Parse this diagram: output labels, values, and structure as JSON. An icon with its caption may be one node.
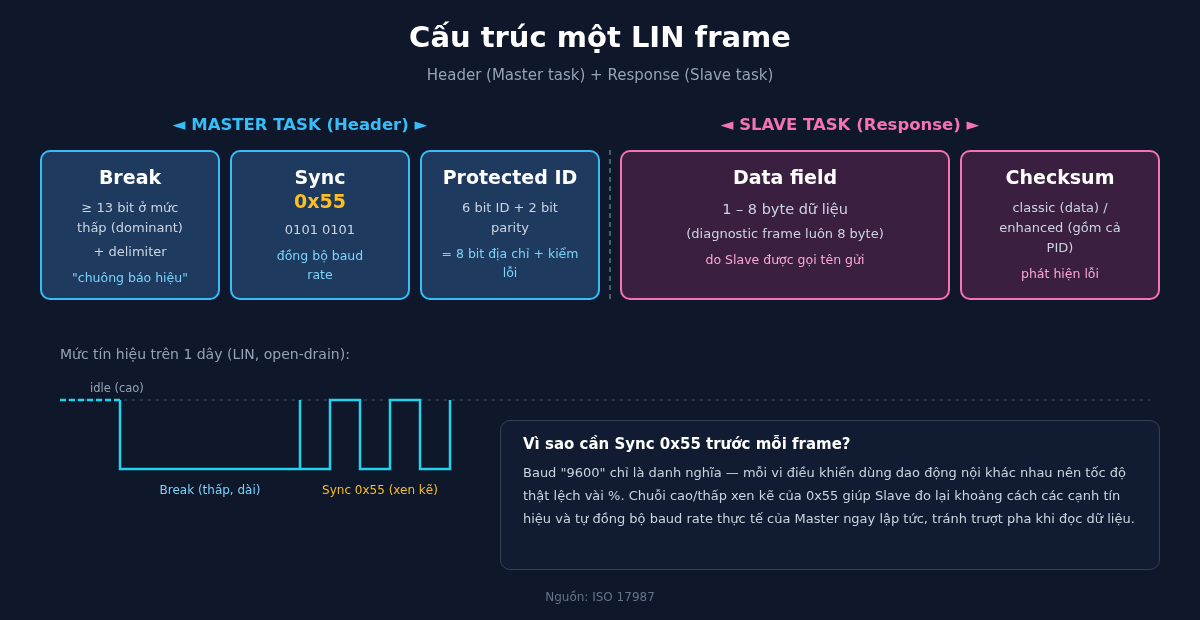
{
  "diagram": {
    "title": "Cấu trúc một LIN frame",
    "nodes": [
      {
        "text": [
          "Break",
          "≥ 13 bit ở mức thấp (dominant)",
          "+ delimiter",
          "\"chuông báo hiệu\""
        ]
      },
      {
        "text": [
          "Sync",
          "0x55",
          "0101 0101",
          "đồng bộ baud rate"
        ]
      },
      {
        "text": [
          "Protected ID",
          "6 bit ID + 2 bit parity",
          "= 8 bit địa chỉ + kiểm lỗi"
        ]
      },
      {
        "text": [
          "Data field",
          "1 – 8 byte dữ liệu",
          "(diagnostic frame luôn 8 byte)",
          "do Slave được gọi tên gửi"
        ]
      },
      {
        "text": [
          "Checksum",
          "classic (data) / enhanced (gồm cả PID)",
          "phát hiện lỗi"
        ]
      },
      {
        "text": [
          "Vì sao cần Sync 0x55 trước mỗi frame?",
          "Baud \"9600\" chỉ là danh nghĩa — mỗi vi điều khiển dùng dao động nội khác nhau nên tốc độ thật lệch vài %. Chuỗi cao/thấp xen kẽ của 0x55 giúp Slave đo lại khoảng cách các cạnh tín hiệu và tự đồng bộ baud rate thực tế của Master ngay lập tức, tránh trượt pha khi đọc dữ liệu."
        ]
      }
    ],
    "edges": [],
    "labels": [
      "Header (Master task) + Response (Slave task)",
      "◄ MASTER TASK (Header) ►",
      "◄ SLAVE TASK (Response) ►",
      "Mức tín hiệu trên 1 dây (LIN, open-drain):",
      "idle (cao)",
      "Break (thấp, dài)",
      "Sync 0x55 (xen kẽ)",
      "Nguồn: ISO 17987"
    ]
  }
}
